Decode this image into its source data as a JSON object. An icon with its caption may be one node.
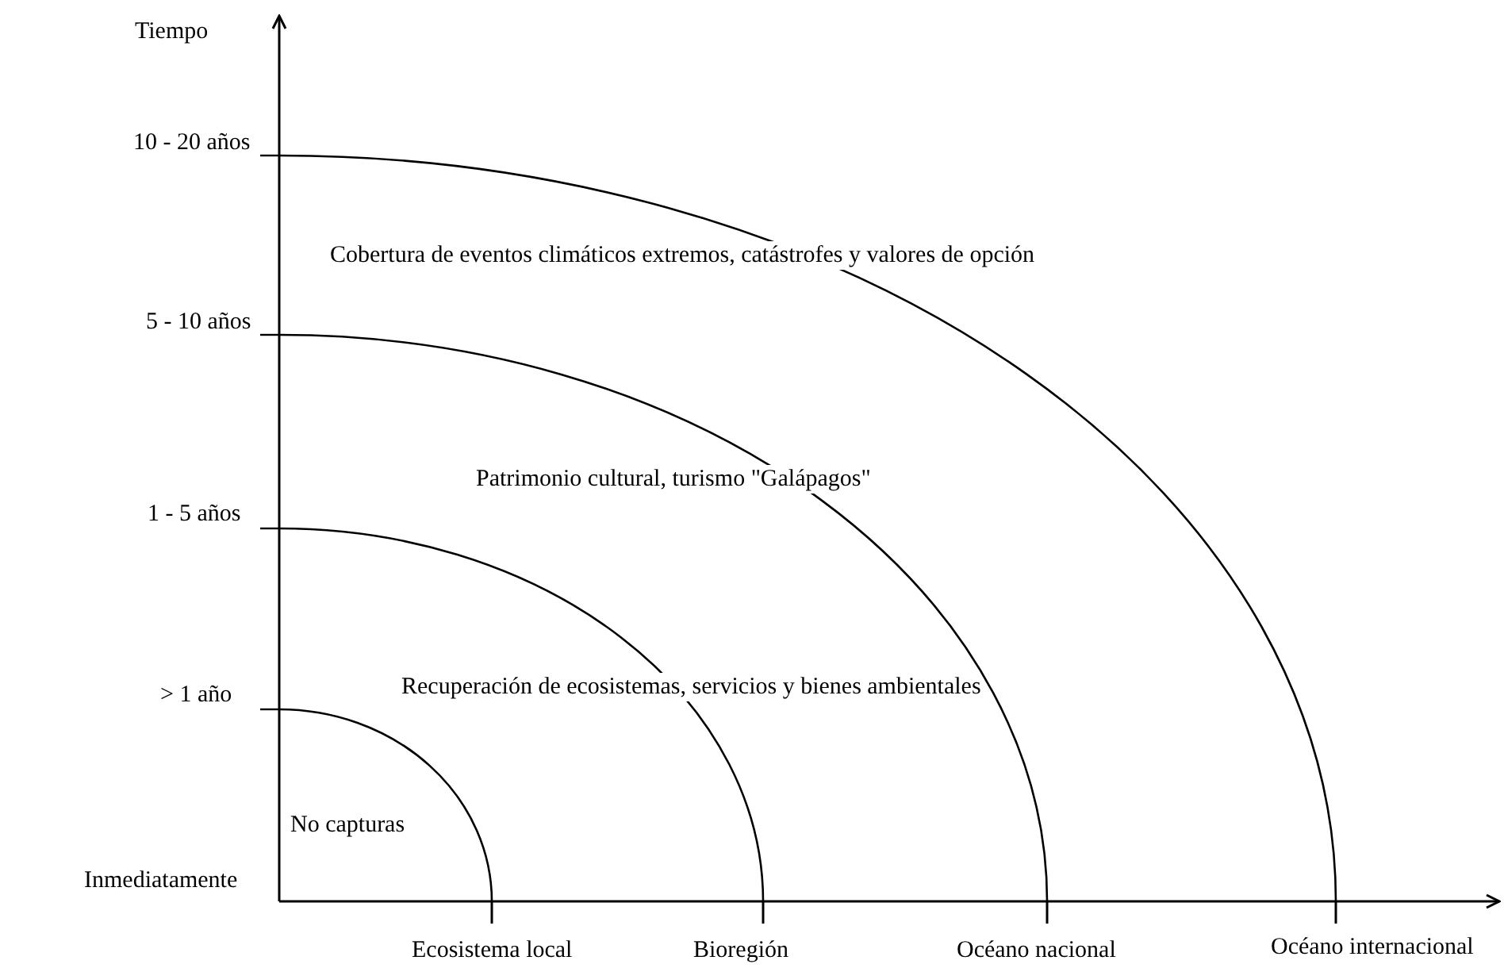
{
  "diagram": {
    "labels": [
      "Tiempo",
      "10 - 20 años",
      "Cobertura de eventos climáticos extremos, catástrofes y valores de opción",
      "5 - 10 años",
      "Patrimonio cultural, turismo \"Galápagos\"",
      "1 - 5 años",
      "> 1 año",
      "Recuperación de ecosistemas, servicios y bienes ambientales",
      "No capturas",
      "Inmediatamente",
      "Ecosistema local",
      "Bioregión",
      "Océano nacional",
      "Océano internacional"
    ]
  }
}
